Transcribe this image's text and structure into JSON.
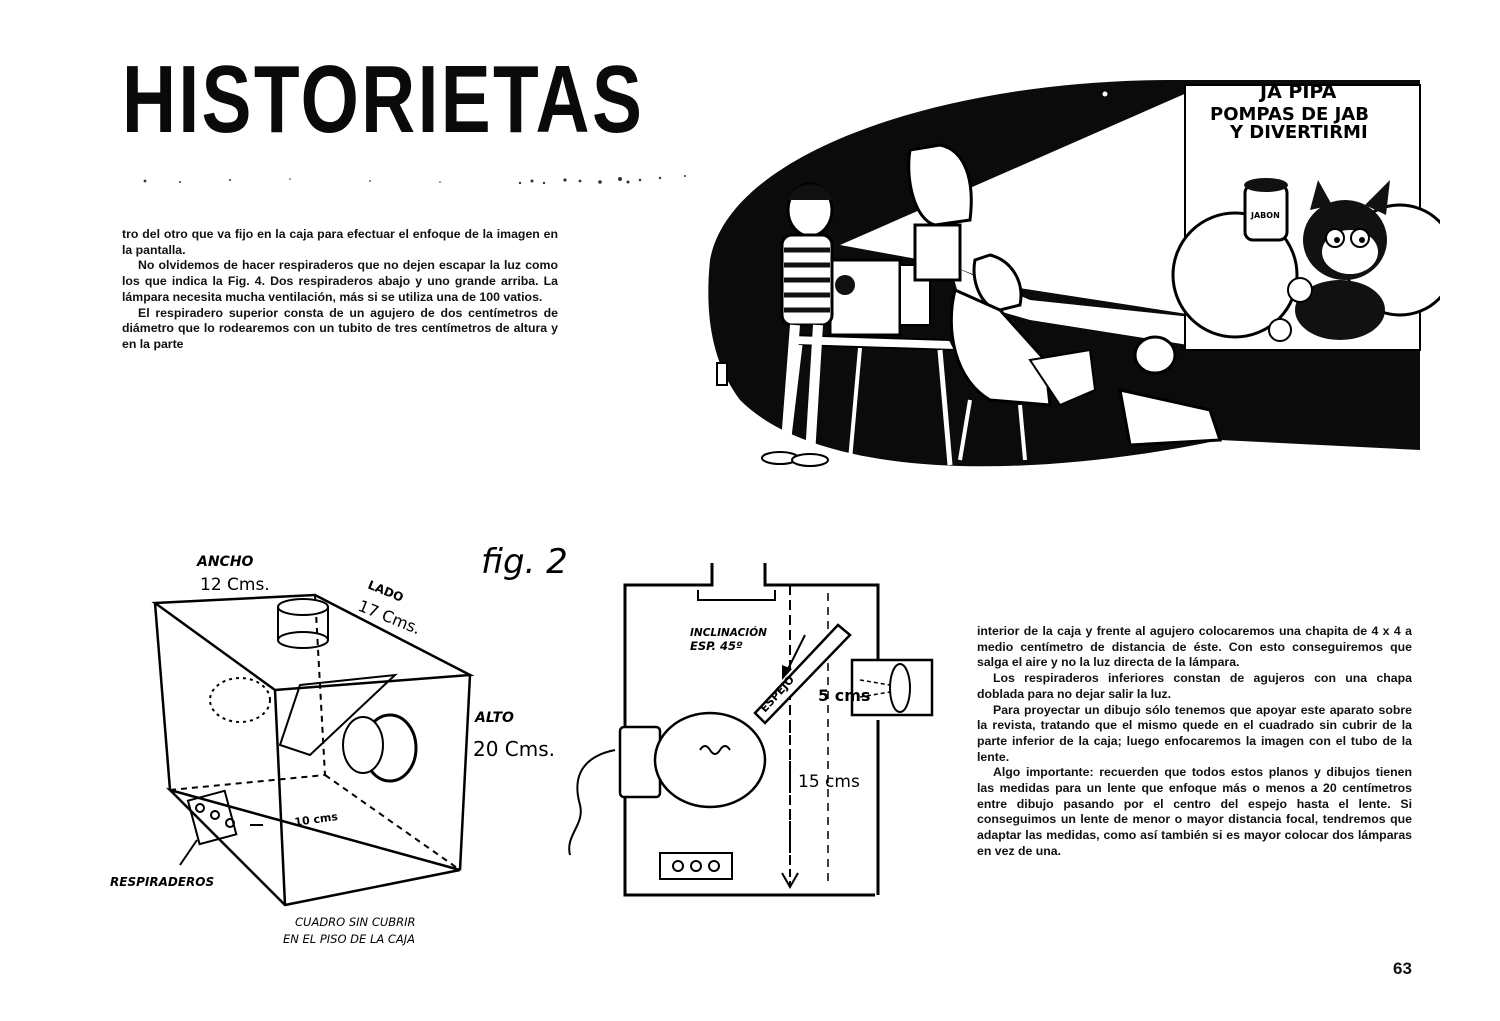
{
  "header": {
    "title": "HISTORIETAS"
  },
  "left_column": {
    "paragraphs": [
      "tro del otro que va fijo en la caja para efectuar el enfoque de la imagen en la pantalla.",
      "No olvidemos de hacer respiraderos que no dejen escapar la luz como los que indica la Fig. 4. Dos respiraderos abajo y uno grande arriba. La lámpara necesita mucha ventilación, más si se utiliza una de 100 vatios.",
      "El respiradero superior consta de un agujero de dos centímetros de diámetro que lo rodearemos con un tubito de tres centímetros de altura y en la parte"
    ]
  },
  "right_column": {
    "paragraphs": [
      "interior de la caja y frente al agujero colocaremos una chapita de 4 x 4 a medio centímetro de distancia de éste. Con esto conseguiremos que salga el aire y no la luz directa de la lámpara.",
      "Los respiraderos inferiores constan de agujeros con una chapa doblada para no dejar salir la luz.",
      "Para proyectar un dibujo sólo tenemos que apoyar este aparato sobre la revista, tratando que el mismo quede en el cuadrado sin cubrir de la parte inferior de la caja; luego enfocaremos la imagen con el tubo de la lente.",
      "Algo importante: recuerden que todos estos planos y dibujos tienen las medidas para un lente que enfoque más o menos a 20 centímetros entre dibujo pasando por el centro del espejo hasta el lente. Si conseguimos un lente de menor o mayor distancia focal, tendremos que adaptar las medidas, como así también si es mayor colocar dos lámparas en vez de una."
    ]
  },
  "illustration": {
    "screen_lines": [
      "JA PIPA",
      "POMPAS DE JAB",
      "Y DIVERTIRMI"
    ],
    "jar_label": "JABON"
  },
  "figure_box": {
    "fig_label": "fig. 2",
    "ancho_label": "ANCHO",
    "ancho_value": "12 Cms.",
    "lado_label": "LADO",
    "lado_value": "17 Cms.",
    "alto_label": "ALTO",
    "alto_value": "20 Cms.",
    "inner_dim": "10 cms",
    "respiraderos": "RESPIRADEROS",
    "cuadro_line1": "CUADRO SIN CUBRIR",
    "cuadro_line2": "EN EL PISO DE LA CAJA"
  },
  "figure_section": {
    "inclinacion_line1": "INCLINACIÓN",
    "inclinacion_line2": "ESP. 45º",
    "espejo": "ESPEJO",
    "five_cms": "5 cms",
    "fifteen_cms": "15 cms"
  },
  "page_number": "63"
}
